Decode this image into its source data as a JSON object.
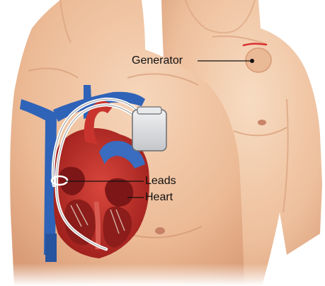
{
  "labels": {
    "generator": "Generator",
    "leads": "Leads",
    "heart": "Heart"
  },
  "colors": {
    "skin_light": "#f4d2b4",
    "skin_mid": "#e9b892",
    "skin_shadow": "#d9a07c",
    "vein_blue": "#2f63b8",
    "heart_red": "#c8342d",
    "heart_dark": "#7d1616",
    "muscle_pink": "#d95a50",
    "device_gray": "#d9dadd",
    "incision_red": "#d83030",
    "pointer_line": "#111111"
  }
}
